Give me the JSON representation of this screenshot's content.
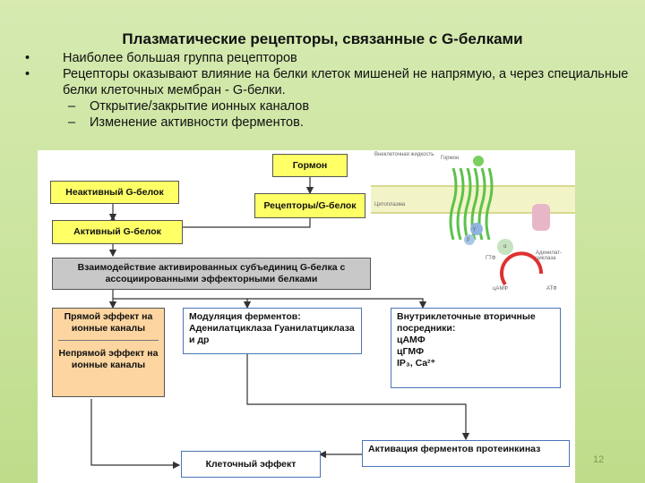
{
  "slide": {
    "title": "Плазматические рецепторы, связанные с G-белками",
    "bullets": [
      "Наиболее большая группа рецепторов",
      "Рецепторы оказывают влияние на белки клеток мишеней не напрямую, а через специальные белки клеточных мембран -  G-белки."
    ],
    "bullet_marker": "•",
    "subbullets": [
      "Открытие/закрытие ионных каналов",
      "Изменение активности ферментов."
    ],
    "subbullet_marker": "–",
    "slide_number": "12"
  },
  "diagram": {
    "hormone": "Гормон",
    "receptor": "Рецепторы/G-белок",
    "inactive_g": "Неактивный G-белок",
    "active_g": "Активный G-белок",
    "interaction": "Взаимодействие активированных субъединиц G-белка с ассоциированными эффекторными белками",
    "direct_effect": "Прямой эффект на ионные каналы",
    "indirect_effect": "Непрямой эффект на ионные каналы",
    "enzyme_modulation": "Модуляция ферментов: Аденилатциклаза Гуанилатциклаза и др",
    "second_messengers": {
      "heading": "Внутриклеточные вторичные посредники:",
      "items": [
        "цАМФ",
        "цГМФ",
        "IP₃, Ca²⁺"
      ]
    },
    "protein_kinase": "Активация  ферментов протеинкиназ",
    "cell_effect": "Клеточный эффект",
    "membrane_art_labels": {
      "extracellular": "Внеклеточная жидкость",
      "hormone": "Гормон",
      "cytoplasm": "Цитоплазма",
      "gtp": "ГТФ",
      "adenylate_cyclase": "Аденилат-циклаза",
      "camp": "цАМФ",
      "atp": "АТФ",
      "gamma": "γ",
      "beta": "β",
      "alpha": "α"
    }
  },
  "colors": {
    "background": "#c9e39b",
    "box_yellow": "#ffff66",
    "box_orange": "#fcd5a0",
    "box_grey": "#c8c8c8",
    "box_border_blue": "#4a76b8"
  }
}
